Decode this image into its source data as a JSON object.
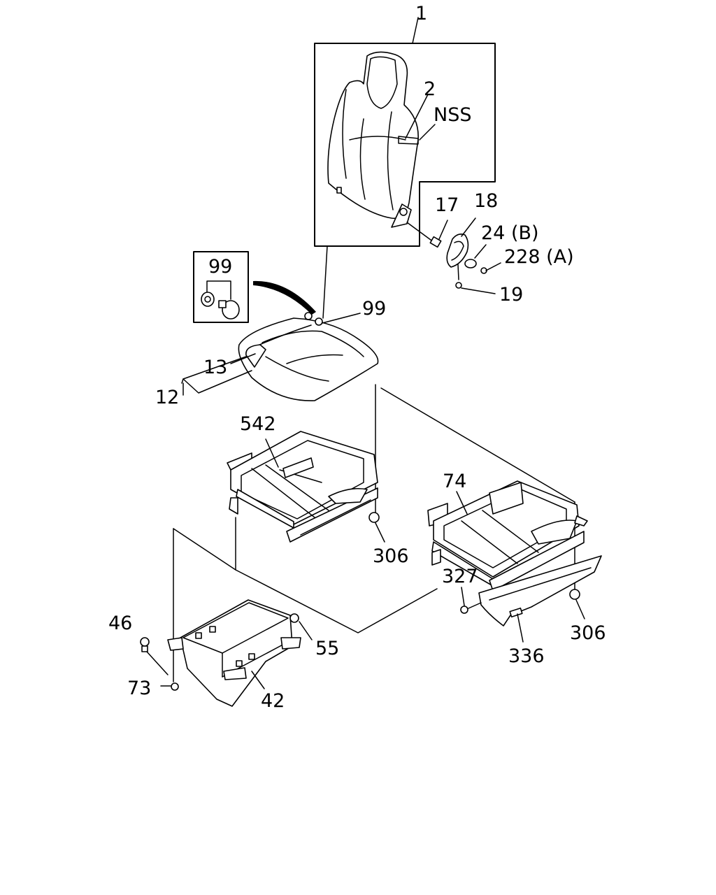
{
  "labels": {
    "l1": "1",
    "l2": "2",
    "nss": "NSS",
    "l17": "17",
    "l18": "18",
    "l24b": "24 (B)",
    "l228a": "228 (A)",
    "l19": "19",
    "l99_box": "99",
    "l99": "99",
    "l13": "13",
    "l12": "12",
    "l542": "542",
    "l74": "74",
    "l306_a": "306",
    "l327": "327",
    "l306_b": "306",
    "l336": "336",
    "l46": "46",
    "l55": "55",
    "l73": "73",
    "l42": "42"
  }
}
